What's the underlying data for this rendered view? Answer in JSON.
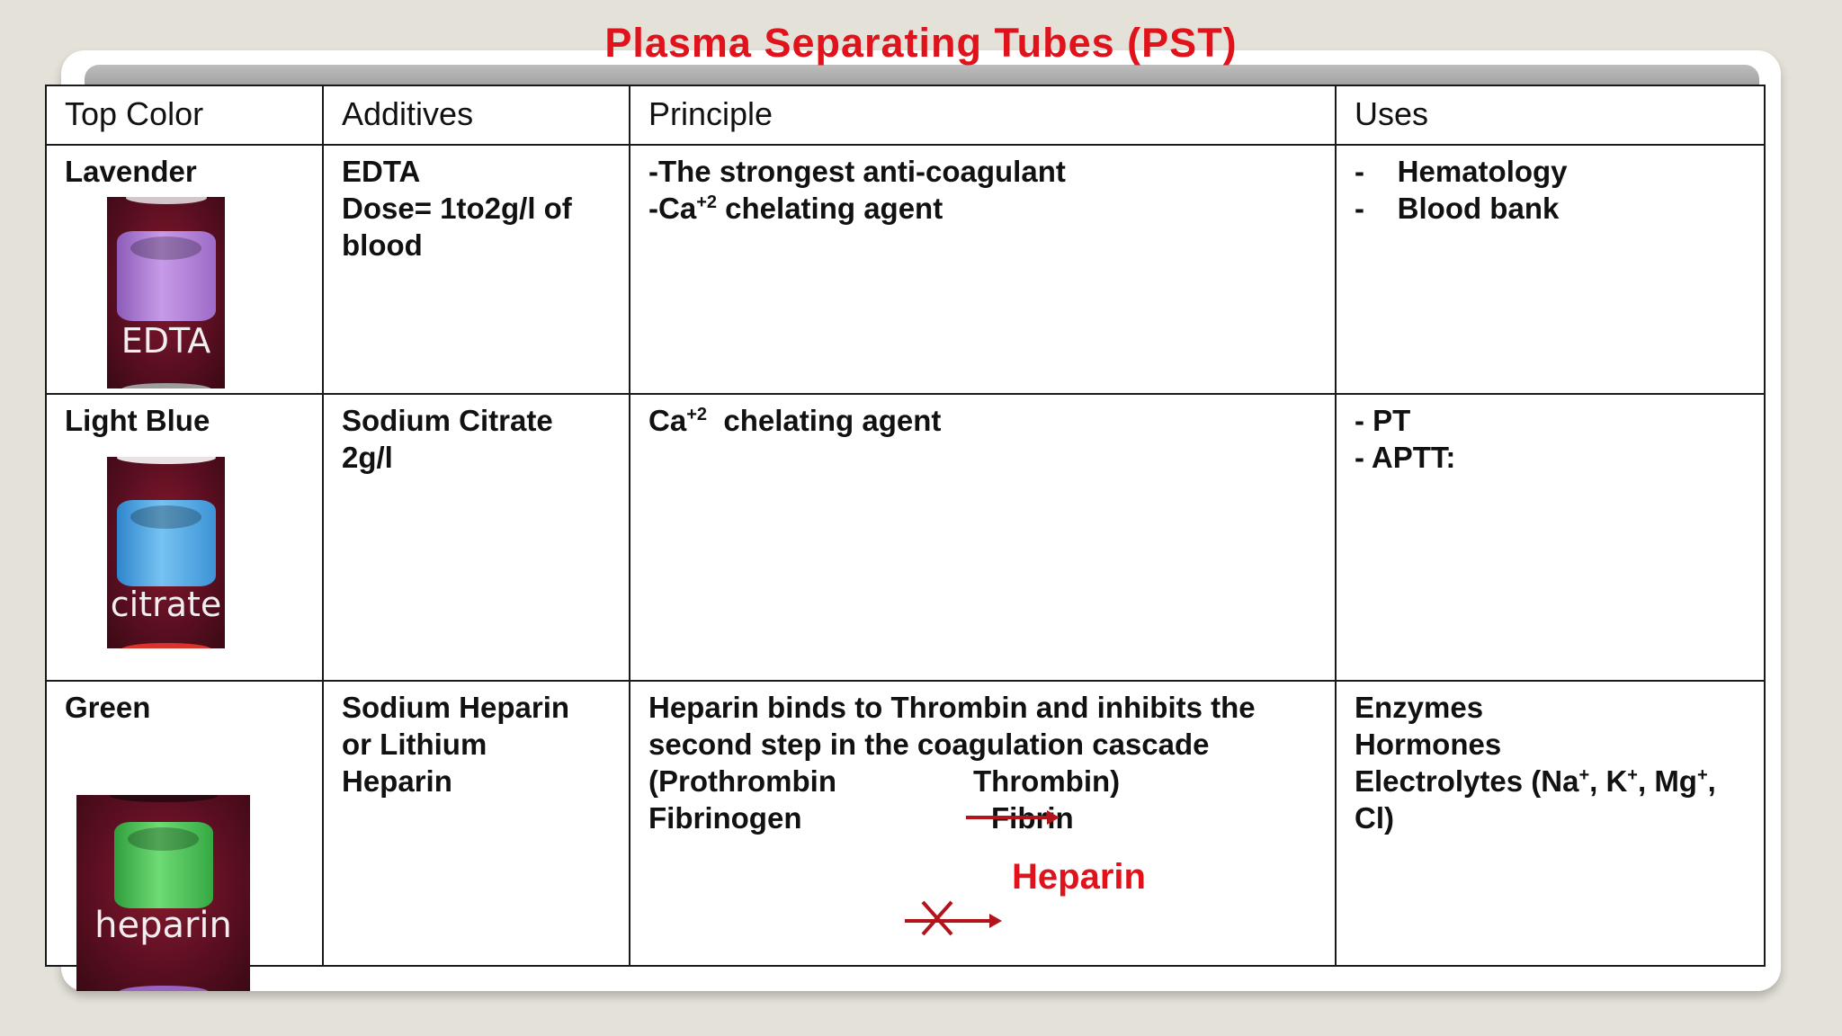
{
  "title": "Plasma Separating Tubes (PST)",
  "colors": {
    "title": "#e0121b",
    "lavender": "#b07fd6",
    "light_blue": "#52a8e6",
    "green": "#4fc65c"
  },
  "table": {
    "headers": [
      "Top Color",
      "Additives",
      "Principle",
      "Uses"
    ],
    "rows": [
      {
        "top_color": "Lavender",
        "tube_label": "EDTA",
        "additives": [
          "EDTA",
          "Dose= 1to2g/l of",
          "blood"
        ],
        "principle": [
          {
            "pre": "-The strongest anti-coagulant",
            "sup": "",
            "post": ""
          },
          {
            "pre": "-Ca",
            "sup": "+2",
            "post": " chelating agent"
          }
        ],
        "uses": [
          "-    Hematology",
          "-    Blood bank"
        ]
      },
      {
        "top_color": "Light Blue",
        "tube_label": "citrate",
        "additives": [
          "Sodium Citrate",
          "2g/l"
        ],
        "principle": [
          {
            "pre": "Ca",
            "sup": "+2",
            "post": "  chelating agent"
          }
        ],
        "uses": [
          "- PT",
          "- APTT:"
        ]
      },
      {
        "top_color": "Green",
        "tube_label": "heparin",
        "additives": [
          "Sodium Heparin",
          "or Lithium",
          "Heparin"
        ],
        "principle_lines": [
          "Heparin binds to Thrombin and inhibits the",
          "second step in the coagulation cascade",
          "(Prothrombin",
          "Thrombin)"
        ],
        "fibrinogen": "Fibrinogen",
        "fibrin": "Fibrin",
        "heparin_note": "Heparin",
        "uses": [
          {
            "pre": "Enzymes"
          },
          {
            "pre": "Hormones"
          },
          {
            "pre": "Electrolytes (Na",
            "sup1": "+",
            "mid1": ", K",
            "sup2": "+",
            "mid2": ", Mg",
            "sup3": "+",
            "post": ","
          },
          {
            "pre": "Cl)"
          }
        ]
      }
    ]
  }
}
